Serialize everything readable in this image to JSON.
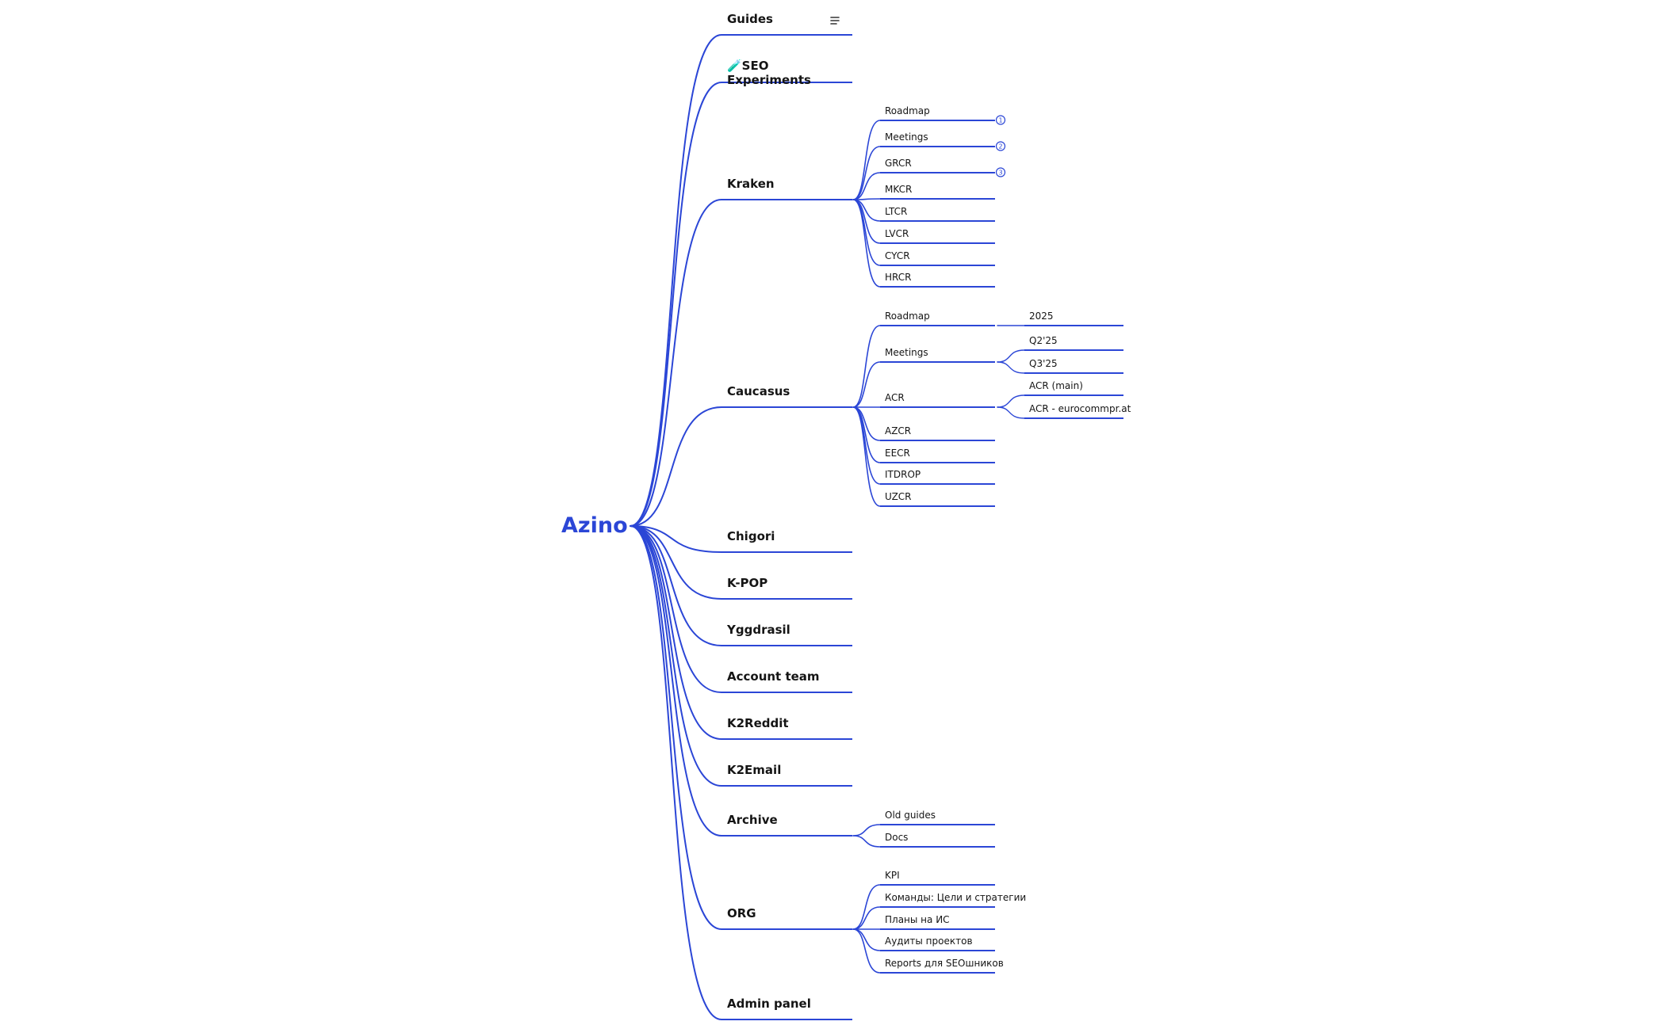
{
  "colors": {
    "line": "#2b46d6",
    "root_text": "#2b46d6",
    "text": "#151515"
  },
  "root": {
    "label": "Azino"
  },
  "branches": [
    {
      "label": "Guides",
      "icon": "notes-icon"
    },
    {
      "label": "🧪SEO Experiments"
    },
    {
      "label": "Kraken",
      "children": [
        {
          "label": "Roadmap",
          "badge": "1"
        },
        {
          "label": "Meetings",
          "badge": "2"
        },
        {
          "label": "GRCR",
          "badge": "3"
        },
        {
          "label": "MKCR"
        },
        {
          "label": "LTCR"
        },
        {
          "label": "LVCR"
        },
        {
          "label": "CYCR"
        },
        {
          "label": "HRCR"
        }
      ]
    },
    {
      "label": "Caucasus",
      "children": [
        {
          "label": "Roadmap",
          "children": [
            {
              "label": "2025"
            }
          ]
        },
        {
          "label": "Meetings",
          "children": [
            {
              "label": "Q2'25"
            },
            {
              "label": "Q3'25"
            }
          ]
        },
        {
          "label": "ACR",
          "children": [
            {
              "label": "ACR (main)"
            },
            {
              "label": "ACR - eurocommpr.at"
            }
          ]
        },
        {
          "label": "AZCR"
        },
        {
          "label": "EECR"
        },
        {
          "label": "ITDROP"
        },
        {
          "label": "UZCR"
        }
      ]
    },
    {
      "label": "Chigori"
    },
    {
      "label": "K-POP"
    },
    {
      "label": "Yggdrasil"
    },
    {
      "label": "Account team"
    },
    {
      "label": "K2Reddit"
    },
    {
      "label": "K2Email"
    },
    {
      "label": "Archive",
      "children": [
        {
          "label": "Old guides"
        },
        {
          "label": "Docs"
        }
      ]
    },
    {
      "label": "ORG",
      "children": [
        {
          "label": "KPI"
        },
        {
          "label": "Команды: Цели и стратегии"
        },
        {
          "label": "Планы на ИС"
        },
        {
          "label": "Аудиты проектов"
        },
        {
          "label": "Reports для SEOшников"
        }
      ]
    },
    {
      "label": "Admin panel"
    }
  ]
}
